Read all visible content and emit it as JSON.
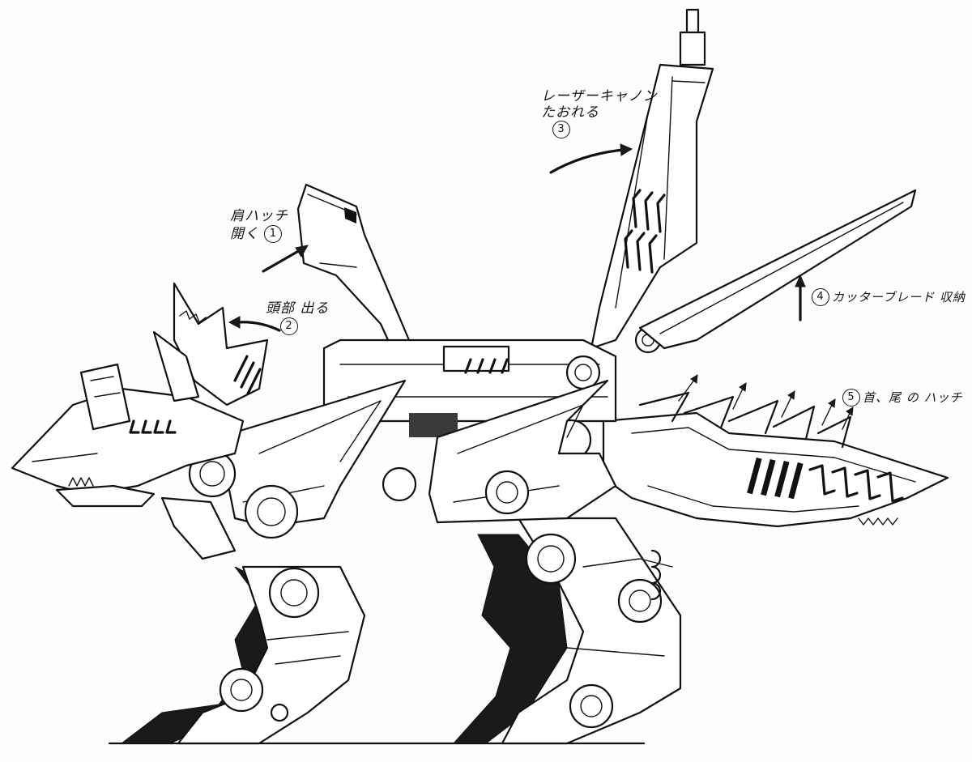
{
  "annotations": [
    {
      "id": "1",
      "number": "1",
      "line1": "肩ハッチ",
      "line2": "開く"
    },
    {
      "id": "2",
      "number": "2",
      "line1": "頭部 出る",
      "line2": ""
    },
    {
      "id": "3",
      "number": "3",
      "line1": "レーザーキャノン",
      "line2": "たおれる"
    },
    {
      "id": "4",
      "number": "4",
      "line1": "カッターブレード 収納",
      "line2": ""
    },
    {
      "id": "5",
      "number": "5",
      "line1": "首、尾 の ハッチ",
      "line2": ""
    }
  ],
  "colors": {
    "ink": "#111111",
    "paper": "#fdfdfb"
  },
  "icons": [
    "arrow-icon",
    "circled-number-icon"
  ]
}
